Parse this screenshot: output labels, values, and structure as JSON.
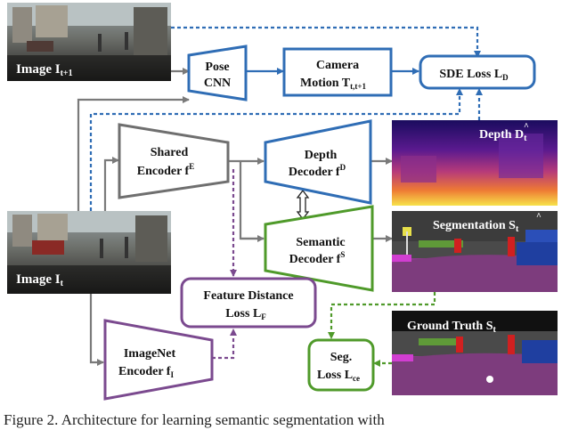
{
  "colors": {
    "blue": "#2f6db5",
    "gray": "#6f6f6f",
    "green": "#4f9a2a",
    "purple": "#7b4a8f",
    "arrow_gray": "#7a7a7a"
  },
  "images": {
    "frame_next": {
      "label": "Image I",
      "sub": "t+1"
    },
    "frame_t": {
      "label": "Image I",
      "sub": "t"
    },
    "depth_out": {
      "label": "Depth D",
      "sub": "t"
    },
    "seg_out": {
      "label": "Segmentation S",
      "sub": "t"
    },
    "gt": {
      "label": "Ground Truth S",
      "sub": "t"
    }
  },
  "blocks": {
    "pose_cnn": {
      "line1": "Pose",
      "line2": "CNN"
    },
    "camera_motion": {
      "line1": "Camera",
      "line2": "Motion T",
      "sub": "t,t+1"
    },
    "sde_loss": {
      "label": "SDE Loss L",
      "sub": "D"
    },
    "shared_encoder": {
      "line1": "Shared",
      "line2": "Encoder f",
      "sup": "E"
    },
    "depth_decoder": {
      "line1": "Depth",
      "line2": "Decoder f",
      "sup": "D"
    },
    "semantic_decoder": {
      "line1": "Semantic",
      "line2": "Decoder f",
      "sup": "S"
    },
    "feature_distance_loss": {
      "line1": "Feature Distance",
      "line2": "Loss L",
      "sub": "F"
    },
    "imagenet_encoder": {
      "line1": "ImageNet",
      "line2": "Encoder f",
      "sub": "I"
    },
    "seg_loss": {
      "line1": "Seg.",
      "line2": "Loss L",
      "sub": "ce"
    }
  },
  "caption": "Figure 2. Architecture for learning semantic segmentation with"
}
